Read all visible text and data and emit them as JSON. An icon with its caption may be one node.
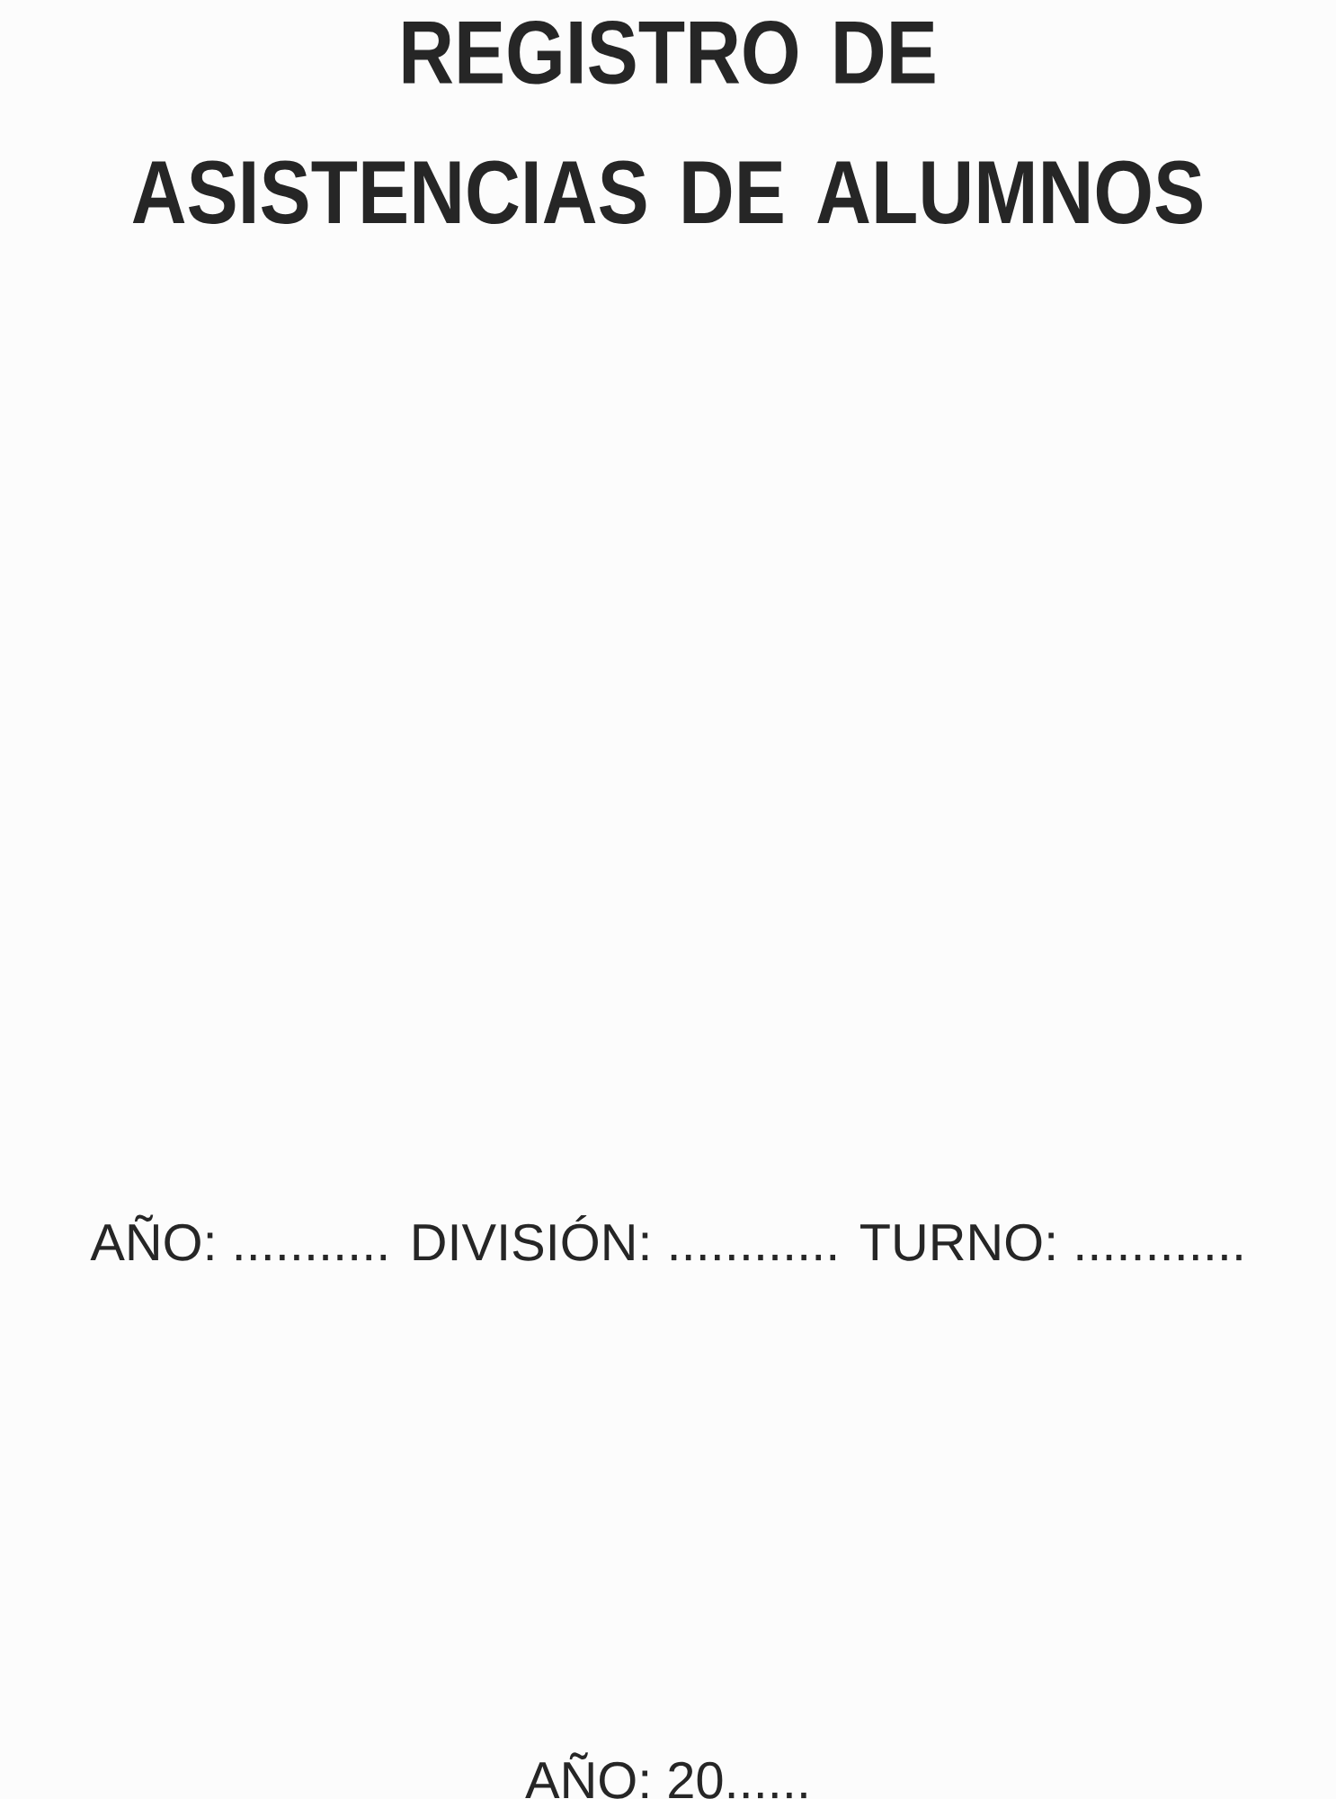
{
  "diagram": {
    "title": "REGISTRO DE ASISTENCIAS DE ALUMNOS",
    "labels": [
      "AÑO: ........... DIVISIÓN: ............ TURNO: ............",
      "AÑO: 20......"
    ]
  }
}
